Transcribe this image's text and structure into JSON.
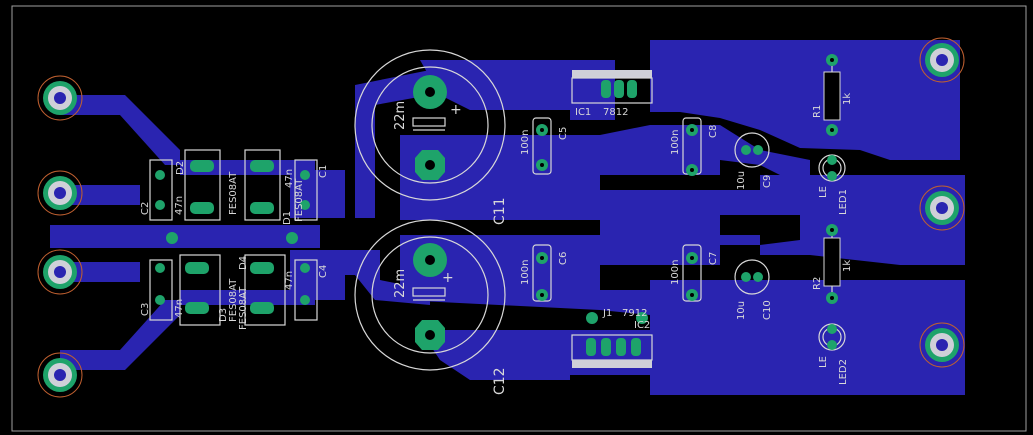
{
  "colors": {
    "background": "#000000",
    "copper": "#2a24b0",
    "silkscreen": "#d8d8d8",
    "pad": "#1ea36a",
    "outline": "#a0a0a0",
    "terminal_ring": "#c06030"
  },
  "labels": {
    "c11": "C11",
    "c12": "C12",
    "c11_value": "22m",
    "c12_value": "22m",
    "c5": "C5",
    "c5_value": "100n",
    "c6": "C6",
    "c6_value": "100n",
    "c7": "C7",
    "c7_value": "100n",
    "c8": "C8",
    "c8_value": "100n",
    "c9": "C9",
    "c9_value": "10u",
    "c10": "C10",
    "c10_value": "10u",
    "ic1": "IC1",
    "ic1_value": "7812",
    "ic2": "IC2",
    "ic2_value": "7912",
    "j1": "J1",
    "r1": "R1",
    "r1_value": "1k",
    "r2": "R2",
    "r2_value": "1k",
    "led1": "LED1",
    "led1_prefix": "LE",
    "led2": "LED2",
    "led2_prefix": "LE",
    "c1": "C1",
    "c1_value": "47n",
    "c2": "C2",
    "c2_value": "47n",
    "c3": "C3",
    "c3_value": "47n",
    "c4": "C4",
    "c4_value": "47n",
    "d1": "D1",
    "d1_value": "FES08AT",
    "d2": "D2",
    "d3": "D3",
    "d3_value": "FES08AT",
    "d4": "D4",
    "d4_value": "FES08AT",
    "d2_value": "FES08AT"
  }
}
